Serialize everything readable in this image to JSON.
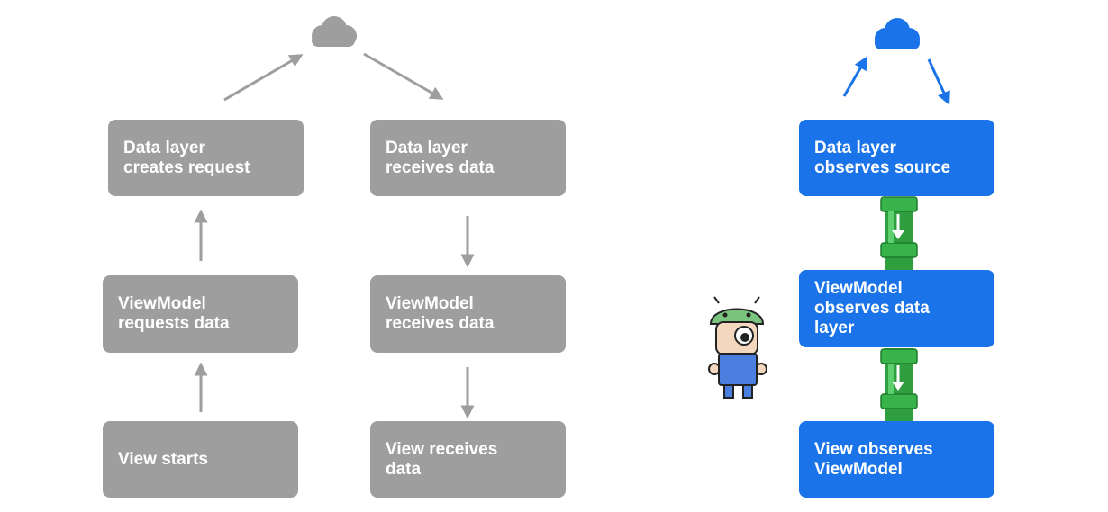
{
  "pull_flow": {
    "data_layer_creates_request": "Data layer\ncreates request",
    "data_layer_receives_data": "Data layer\nreceives data",
    "viewmodel_requests_data": "ViewModel\nrequests data",
    "viewmodel_receives_data": "ViewModel\nreceives data",
    "view_starts": "View starts",
    "view_receives_data": "View receives\ndata"
  },
  "observe_flow": {
    "data_layer_observes_source": "Data layer\nobserves source",
    "viewmodel_observes_data_layer": "ViewModel\nobserves data\nlayer",
    "view_observes_viewmodel": "View observes\nViewModel"
  },
  "colors": {
    "gray_box": "#9e9e9e",
    "blue_box": "#1a73e8",
    "gray_arrow": "#9e9e9e",
    "pipe_green": "#2e9e3f"
  },
  "icons": [
    "cloud-icon",
    "android-mascot-icon",
    "pipe-icon"
  ]
}
